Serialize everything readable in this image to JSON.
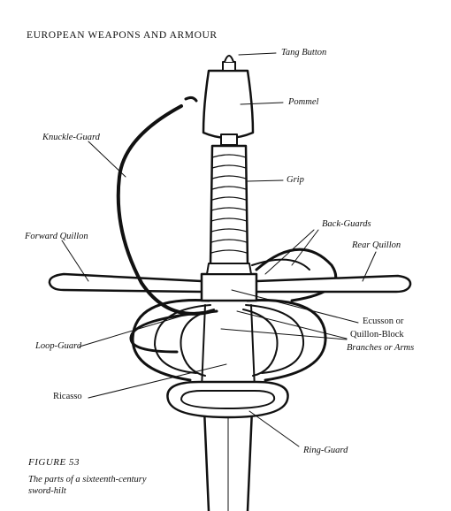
{
  "header": "EUROPEAN WEAPONS AND ARMOUR",
  "labels": {
    "tang_button": "Tang Button",
    "pommel": "Pommel",
    "knuckle_guard": "Knuckle-Guard",
    "grip": "Grip",
    "back_guards": "Back-Guards",
    "forward_quillon": "Forward Quillon",
    "rear_quillon": "Rear Quillon",
    "ecusson_line1": "Ecusson or",
    "ecusson_line2": "Quillon-Block",
    "branches": "Branches or Arms",
    "loop_guard": "Loop-Guard",
    "ricasso": "Ricasso",
    "ring_guard": "Ring-Guard"
  },
  "caption": {
    "title": "FIGURE 53",
    "text": "The parts of a sixteenth-century sword-hilt"
  }
}
